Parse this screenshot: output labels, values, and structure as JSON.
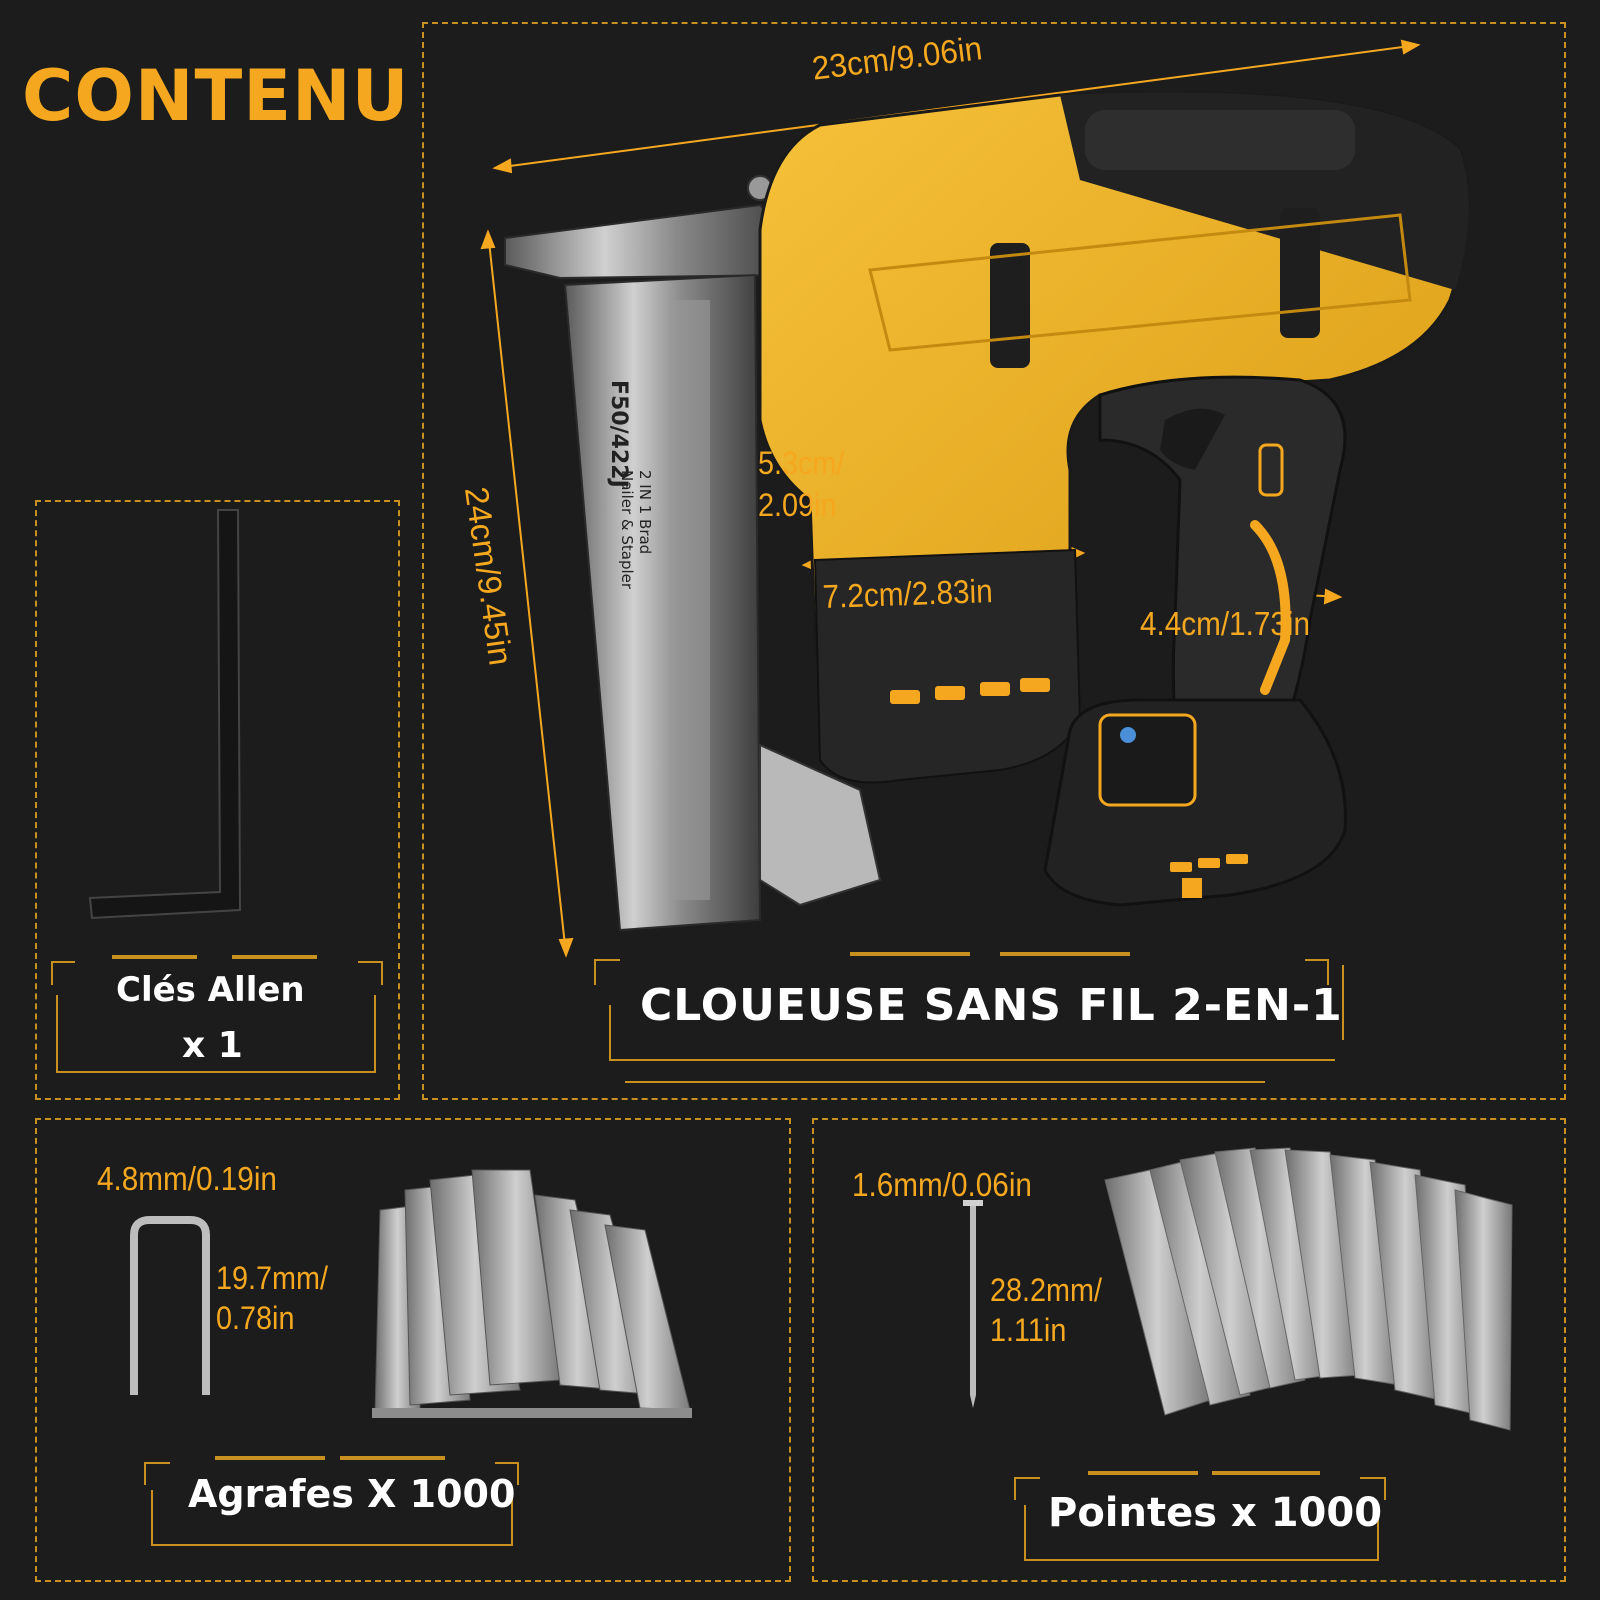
{
  "header": {
    "title": "CONTENU"
  },
  "tool": {
    "label": "CLOUEUSE SANS FIL 2-EN-1",
    "dim_length": "23cm/9.06in",
    "dim_height": "24cm/9.45in",
    "dim_nose_line1": "5.3cm/",
    "dim_nose_line2": "2.09in",
    "dim_body": "7.2cm/2.83in",
    "dim_grip": "4.4cm/1.73in",
    "magazine_text_1": "F50/422J",
    "magazine_text_2": "2 IN 1 Brad",
    "magazine_text_3": "Nailer & Stapler"
  },
  "allen": {
    "label": "Clés Allen",
    "qty": "x 1"
  },
  "staples": {
    "label": "Agrafes X 1000",
    "dim_width": "4.8mm/0.19in",
    "dim_length_1": "19.7mm/",
    "dim_length_2": "0.78in"
  },
  "nails": {
    "label": "Pointes x 1000",
    "dim_width": "1.6mm/0.06in",
    "dim_length_1": "28.2mm/",
    "dim_length_2": "1.11in"
  },
  "colors": {
    "accent": "#f5a81f",
    "frame": "#c8901e",
    "background": "#1c1c1c",
    "tool_yellow": "#f0b326"
  }
}
